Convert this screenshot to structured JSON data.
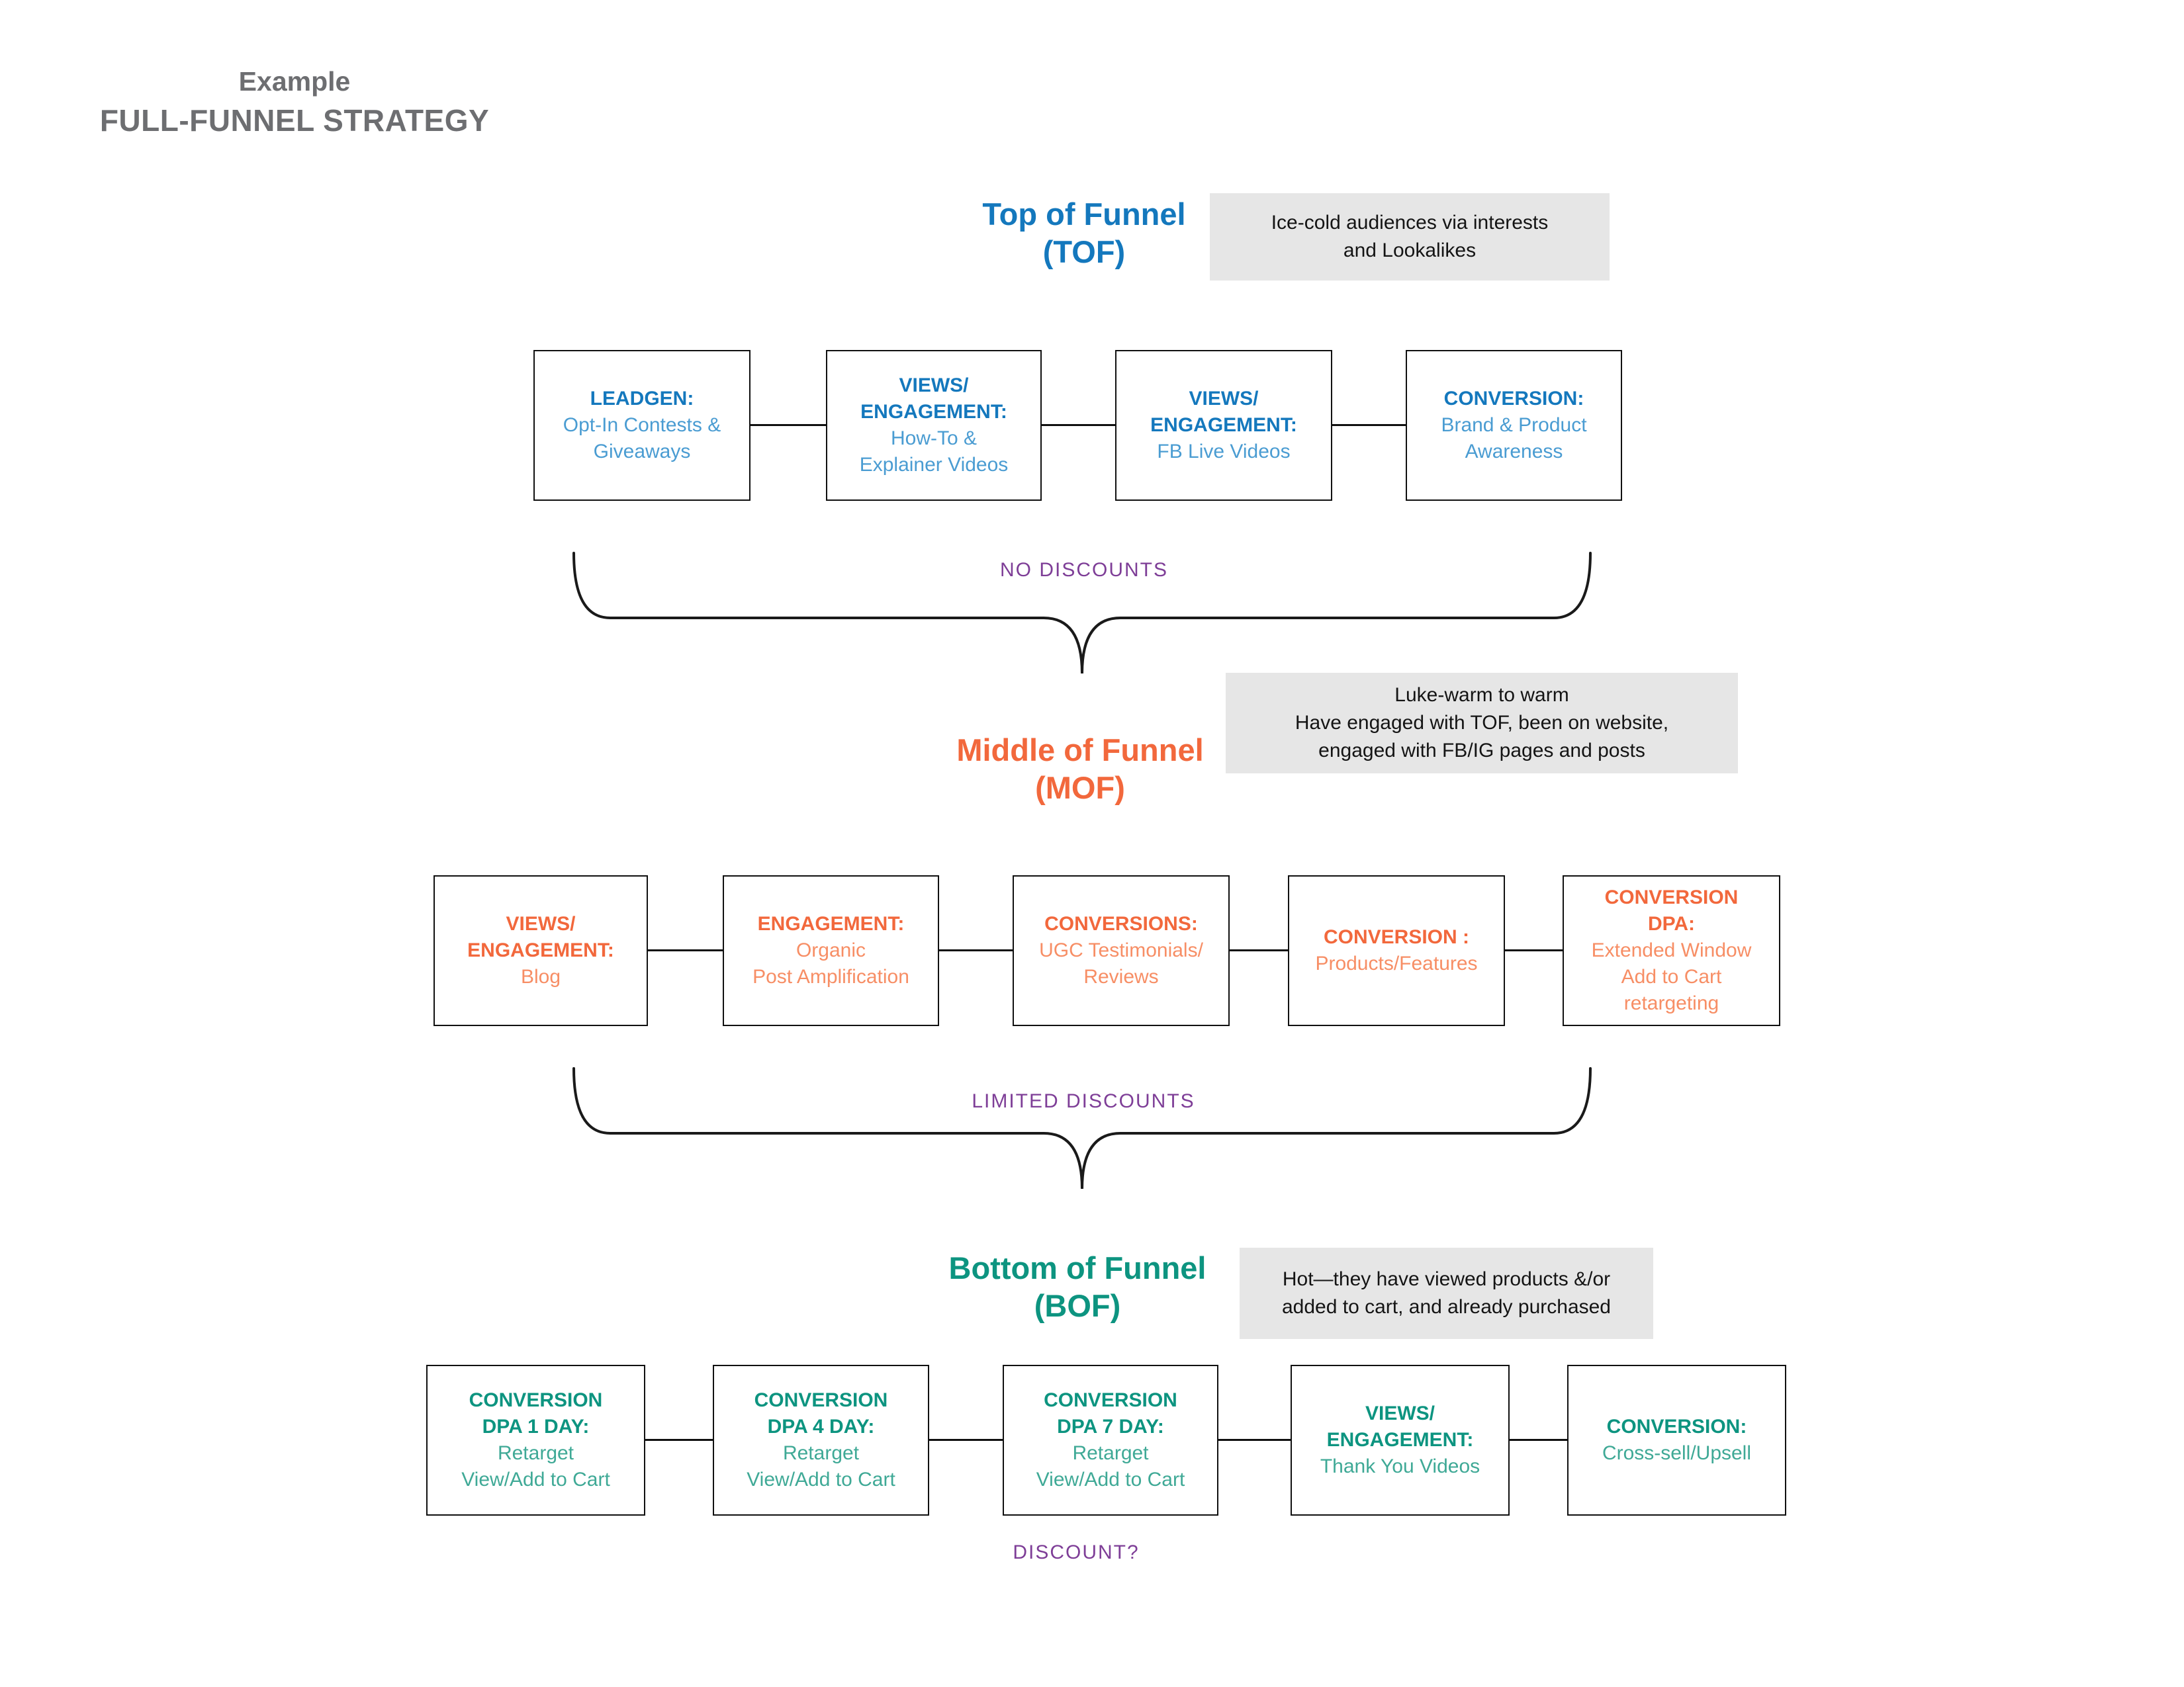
{
  "page": {
    "title_line1": "Example",
    "title_line2": "FULL-FUNNEL STRATEGY"
  },
  "colors": {
    "tof_blue": "#1478bd",
    "tof_blue_light": "#4a9cd2",
    "mof_orange": "#f2683c",
    "mof_orange_light": "#f78e65",
    "bof_teal": "#0d9480",
    "bof_teal_light": "#3fa996",
    "discount_purple": "#7e3e97",
    "note_background": "#e6e6e6",
    "title_gray": "#6d6e71"
  },
  "sections": {
    "tof": {
      "heading1": "Top of Funnel",
      "heading2": "(TOF)",
      "note": [
        "Ice-cold audiences via interests",
        "and Lookalikes"
      ],
      "brace_label": "NO DISCOUNTS",
      "boxes": [
        {
          "label": [
            "LEADGEN:"
          ],
          "body": [
            "Opt-In Contests &",
            "Giveaways"
          ]
        },
        {
          "label": [
            "VIEWS/",
            "ENGAGEMENT:"
          ],
          "body": [
            "How-To &",
            "Explainer Videos"
          ]
        },
        {
          "label": [
            "VIEWS/",
            "ENGAGEMENT:"
          ],
          "body": [
            "FB Live Videos"
          ]
        },
        {
          "label": [
            "CONVERSION:"
          ],
          "body": [
            "Brand & Product",
            "Awareness"
          ]
        }
      ]
    },
    "mof": {
      "heading1": "Middle of Funnel",
      "heading2": "(MOF)",
      "note": [
        "Luke-warm to warm",
        "Have engaged with TOF, been on website,",
        "engaged with FB/IG pages and posts"
      ],
      "brace_label": "LIMITED DISCOUNTS",
      "boxes": [
        {
          "label": [
            "VIEWS/",
            "ENGAGEMENT:"
          ],
          "body": [
            "Blog"
          ]
        },
        {
          "label": [
            "ENGAGEMENT:"
          ],
          "body": [
            "Organic",
            "Post Amplification"
          ]
        },
        {
          "label": [
            "CONVERSIONS:"
          ],
          "body": [
            "UGC Testimonials/",
            "Reviews"
          ]
        },
        {
          "label": [
            "CONVERSION :"
          ],
          "body": [
            "Products/Features"
          ]
        },
        {
          "label": [
            "CONVERSION",
            "DPA:"
          ],
          "body": [
            "Extended Window",
            "Add to Cart",
            "retargeting"
          ]
        }
      ]
    },
    "bof": {
      "heading1": "Bottom of Funnel",
      "heading2": "(BOF)",
      "note": [
        "Hot—they have viewed products &/or",
        "added to cart, and already purchased"
      ],
      "brace_label": "DISCOUNT?",
      "boxes": [
        {
          "label": [
            "CONVERSION",
            "DPA 1 DAY:"
          ],
          "body": [
            "Retarget",
            "View/Add to Cart"
          ]
        },
        {
          "label": [
            "CONVERSION",
            "DPA 4 DAY:"
          ],
          "body": [
            "Retarget",
            "View/Add to Cart"
          ]
        },
        {
          "label": [
            "CONVERSION",
            "DPA 7 DAY:"
          ],
          "body": [
            "Retarget",
            "View/Add to Cart"
          ]
        },
        {
          "label": [
            "VIEWS/",
            "ENGAGEMENT:"
          ],
          "body": [
            "Thank You Videos"
          ]
        },
        {
          "label": [
            "CONVERSION:"
          ],
          "body": [
            "Cross-sell/Upsell"
          ]
        }
      ]
    }
  }
}
